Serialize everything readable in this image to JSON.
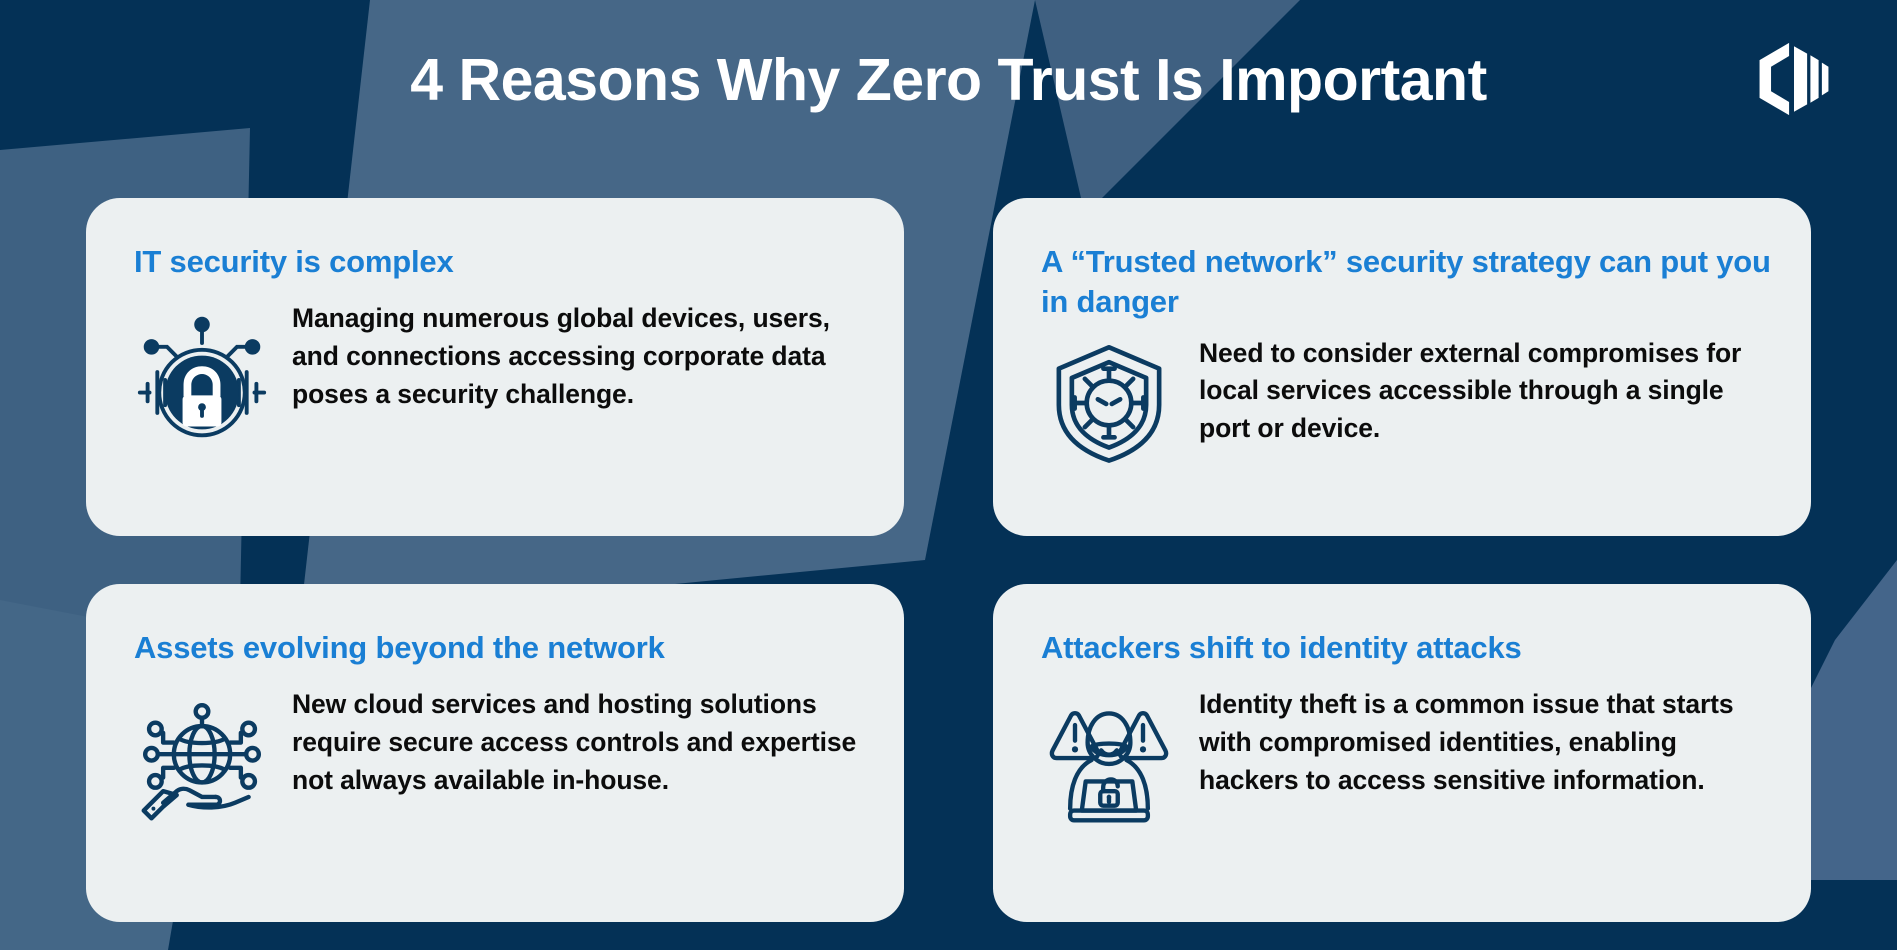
{
  "header": {
    "title": "4 Reasons Why Zero Trust Is Important",
    "logo_name": "company-logo-hexagon"
  },
  "colors": {
    "background_navy": "#043156",
    "background_slate": "#466787",
    "card_background": "#ecf0f1",
    "heading_blue": "#1a7fd4",
    "body_text": "#0c0c0c",
    "icon_navy": "#0b3b61",
    "title_white": "#ffffff"
  },
  "cards": [
    {
      "id": "it-security-is-complex",
      "title": "IT security is complex",
      "text": "Managing numerous global devices, users, and connections accessing corporate data poses a security challenge.",
      "icon": "padlock-circuit-icon"
    },
    {
      "id": "trusted-network-danger",
      "title": "A “Trusted network” security strategy can put you in danger",
      "text": "Need to consider external compromises for local services accessible through a single port or device.",
      "icon": "shield-virus-icon"
    },
    {
      "id": "assets-evolving-beyond-network",
      "title": "Assets evolving beyond the network",
      "text": "New cloud services and hosting solutions require secure access controls and expertise not always available in-house.",
      "icon": "globe-hand-network-icon"
    },
    {
      "id": "attackers-shift-identity",
      "title": "Attackers shift to identity attacks",
      "text": "Identity theft is a common issue that starts with compromised identities, enabling hackers to access sensitive information.",
      "icon": "hacker-laptop-warning-icon"
    }
  ]
}
